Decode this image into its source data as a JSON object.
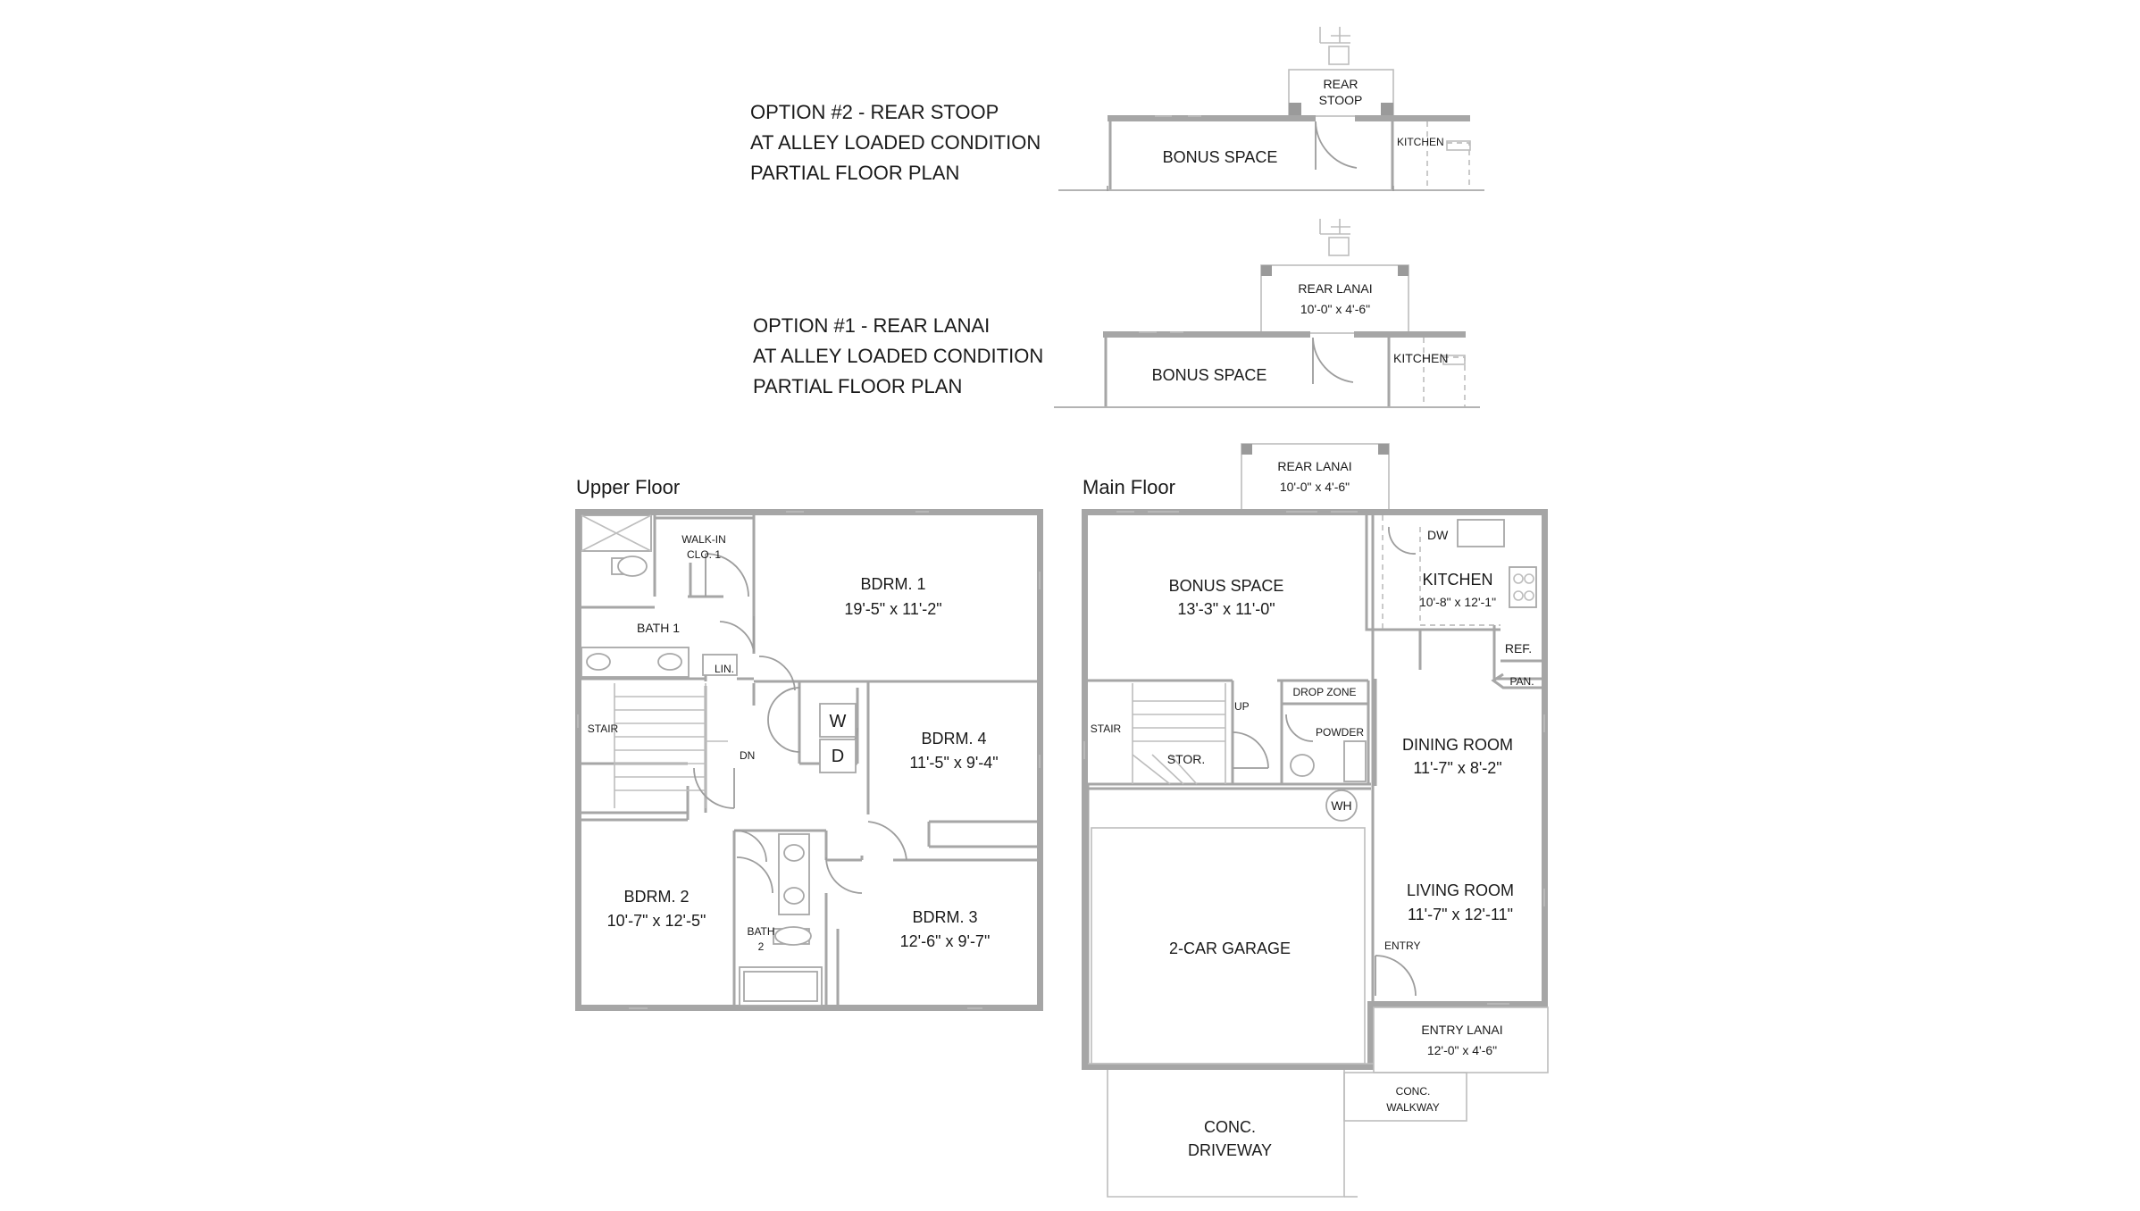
{
  "options": [
    {
      "lines": [
        "OPTION #2 - REAR STOOP",
        "AT ALLEY LOADED CONDITION",
        "PARTIAL FLOOR PLAN"
      ],
      "rooms": {
        "stoop": [
          "REAR",
          "STOOP"
        ],
        "bonus": "BONUS SPACE",
        "kitchen": "KITCHEN"
      }
    },
    {
      "lines": [
        "OPTION #1 - REAR LANAI",
        "AT ALLEY LOADED CONDITION",
        "PARTIAL FLOOR PLAN"
      ],
      "rooms": {
        "lanai": "REAR LANAI",
        "lanai_dim": "10'-0\" x 4'-6\"",
        "bonus": "BONUS SPACE",
        "kitchen": "KITCHEN"
      }
    }
  ],
  "upper_floor": {
    "title": "Upper Floor",
    "rooms": {
      "walkin": [
        "WALK-IN",
        "CLO. 1"
      ],
      "bdrm1": {
        "name": "BDRM. 1",
        "dim": "19'-5\" x 11'-2\""
      },
      "bath1": "BATH 1",
      "lin": "LIN.",
      "stair": "STAIR",
      "dn": "DN",
      "washer": "W",
      "dryer": "D",
      "bdrm4": {
        "name": "BDRM. 4",
        "dim": "11'-5\" x 9'-4\""
      },
      "bdrm2": {
        "name": "BDRM. 2",
        "dim": "10'-7\" x 12'-5\""
      },
      "bath2": [
        "BATH",
        "2"
      ],
      "bdrm3": {
        "name": "BDRM. 3",
        "dim": "12'-6\" x 9'-7\""
      }
    }
  },
  "main_floor": {
    "title": "Main Floor",
    "rooms": {
      "lanai": {
        "name": "REAR LANAI",
        "dim": "10'-0\" x 4'-6\""
      },
      "dw": "DW",
      "bonus": {
        "name": "BONUS SPACE",
        "dim": "13'-3\" x 11'-0\""
      },
      "kitchen": {
        "name": "KITCHEN",
        "dim": "10'-8\" x 12'-1\""
      },
      "ref": "REF.",
      "pan": "PAN.",
      "drop_zone": "DROP ZONE",
      "stair": "STAIR",
      "up": "UP",
      "stor": "STOR.",
      "powder": "POWDER",
      "dining": {
        "name": "DINING ROOM",
        "dim": "11'-7\" x 8'-2\""
      },
      "wh": "WH",
      "living": {
        "name": "LIVING ROOM",
        "dim": "11'-7\" x 12'-11\""
      },
      "garage": "2-CAR GARAGE",
      "entry": "ENTRY",
      "entry_lanai": {
        "name": "ENTRY LANAI",
        "dim": "12'-0\" x 4'-6\""
      },
      "walkway": [
        "CONC.",
        "WALKWAY"
      ],
      "driveway": [
        "CONC.",
        "DRIVEWAY"
      ]
    }
  }
}
